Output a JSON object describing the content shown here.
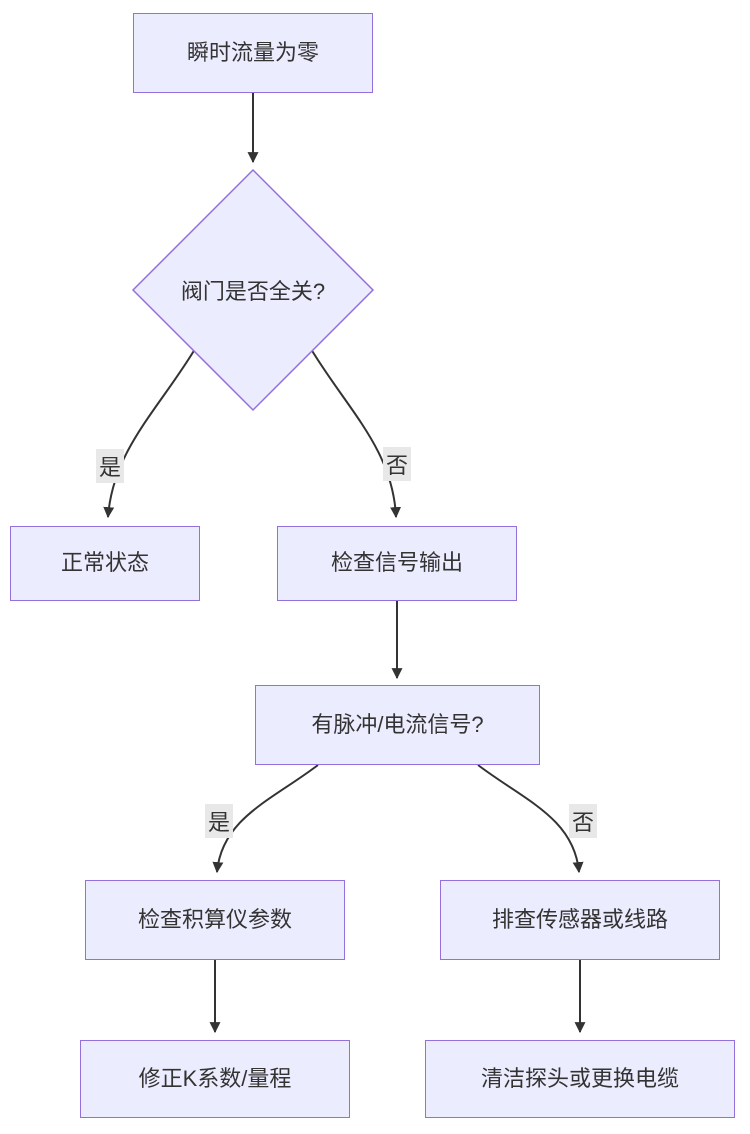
{
  "diagram": {
    "type": "flowchart",
    "direction": "top-down",
    "nodes": {
      "start": {
        "label": "瞬时流量为零",
        "shape": "rect"
      },
      "valve_decision": {
        "label": "阀门是否全关?",
        "shape": "diamond"
      },
      "normal": {
        "label": "正常状态",
        "shape": "rect"
      },
      "check_signal": {
        "label": "检查信号输出",
        "shape": "rect"
      },
      "pulse_decision": {
        "label": "有脉冲/电流信号?",
        "shape": "rect"
      },
      "check_totalizer": {
        "label": "检查积算仪参数",
        "shape": "rect"
      },
      "check_sensor_wiring": {
        "label": "排查传感器或线路",
        "shape": "rect"
      },
      "fix_k_factor": {
        "label": "修正K系数/量程",
        "shape": "rect"
      },
      "clean_probe": {
        "label": "清洁探头或更换电缆",
        "shape": "rect"
      }
    },
    "edges": [
      {
        "from": "start",
        "to": "valve_decision",
        "label": ""
      },
      {
        "from": "valve_decision",
        "to": "normal",
        "label": "是"
      },
      {
        "from": "valve_decision",
        "to": "check_signal",
        "label": "否"
      },
      {
        "from": "check_signal",
        "to": "pulse_decision",
        "label": ""
      },
      {
        "from": "pulse_decision",
        "to": "check_totalizer",
        "label": "是"
      },
      {
        "from": "pulse_decision",
        "to": "check_sensor_wiring",
        "label": "否"
      },
      {
        "from": "check_totalizer",
        "to": "fix_k_factor",
        "label": ""
      },
      {
        "from": "check_sensor_wiring",
        "to": "clean_probe",
        "label": ""
      }
    ],
    "colors": {
      "node_fill": "#ECECFF",
      "node_border": "#9370DB",
      "edge_line": "#333333",
      "edge_label_bg": "#e8e8e8",
      "text": "#333333",
      "background": "#ffffff"
    }
  }
}
